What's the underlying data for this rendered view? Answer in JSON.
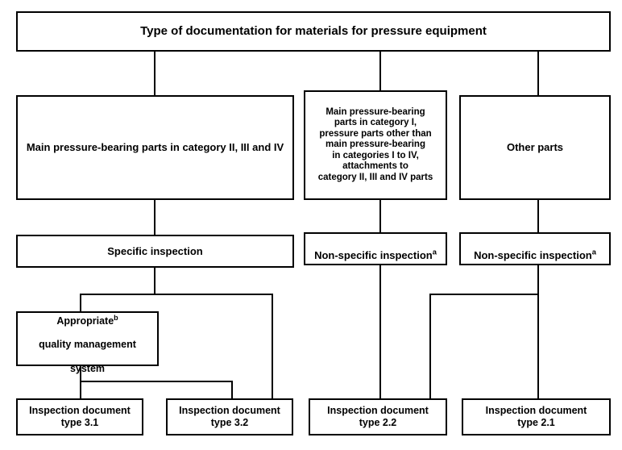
{
  "diagram": {
    "title_box": {
      "label": "Type of documentation for materials for pressure equipment"
    },
    "row_categories": [
      {
        "label": "Main pressure-bearing parts in category II, III and IV"
      },
      {
        "label": "Main pressure-bearing\nparts in category I,\npressure parts other than\nmain pressure-bearing\nin categories I to IV,\nattachments to\ncategory II, III and IV parts"
      },
      {
        "label": "Other parts"
      }
    ],
    "row_inspection": [
      {
        "label": "Specific inspection",
        "footnote": ""
      },
      {
        "label": "Non-specific inspection",
        "footnote": "a"
      },
      {
        "label": "Non-specific inspection",
        "footnote": "a"
      }
    ],
    "qms_box": {
      "line1": "Appropriate",
      "footnote": "b",
      "line2": "quality management",
      "line3": "system"
    },
    "row_documents": [
      {
        "label": "Inspection document\ntype 3.1"
      },
      {
        "label": "Inspection document\ntype 3.2"
      },
      {
        "label": "Inspection document\ntype 2.2"
      },
      {
        "label": "Inspection document\ntype 2.1"
      }
    ],
    "colors": {
      "line": "#000000",
      "box_fill": "#ffffff",
      "text": "#000000"
    }
  }
}
